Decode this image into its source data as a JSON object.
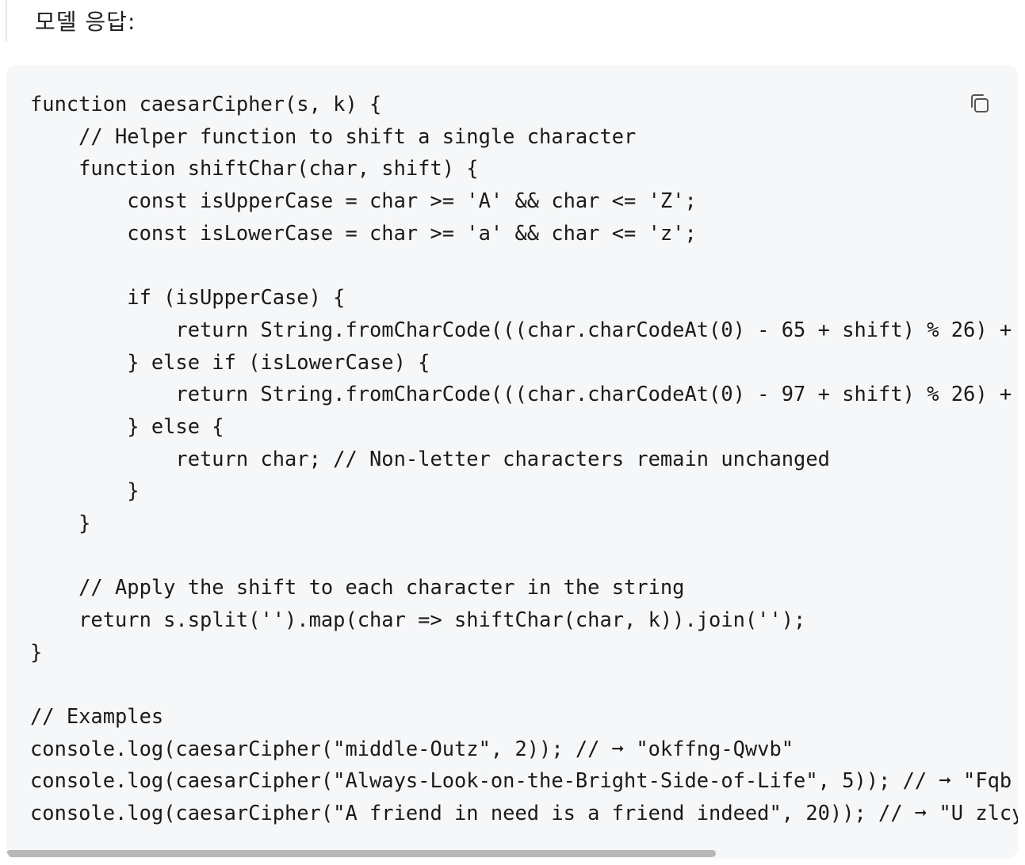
{
  "header": {
    "title": "모델 응답:"
  },
  "code_block": {
    "copy_icon": "copy-icon",
    "lines": [
      "function caesarCipher(s, k) {",
      "    // Helper function to shift a single character",
      "    function shiftChar(char, shift) {",
      "        const isUpperCase = char >= 'A' && char <= 'Z';",
      "        const isLowerCase = char >= 'a' && char <= 'z';",
      "",
      "        if (isUpperCase) {",
      "            return String.fromCharCode(((char.charCodeAt(0) - 65 + shift) % 26) +",
      "        } else if (isLowerCase) {",
      "            return String.fromCharCode(((char.charCodeAt(0) - 97 + shift) % 26) +",
      "        } else {",
      "            return char; // Non-letter characters remain unchanged",
      "        }",
      "    }",
      "",
      "    // Apply the shift to each character in the string",
      "    return s.split('').map(char => shiftChar(char, k)).join('');",
      "}",
      "",
      "// Examples",
      "console.log(caesarCipher(\"middle-Outz\", 2)); // ➞ \"okffng-Qwvb\"",
      "console.log(caesarCipher(\"Always-Look-on-the-Bright-Side-of-Life\", 5)); // ➞ \"Fqb",
      "console.log(caesarCipher(\"A friend in need is a friend indeed\", 20)); // ➞ \"U zlcy"
    ]
  },
  "colors": {
    "panel_background": "#f6f7f8",
    "text": "#1a1a1a",
    "scrollbar_thumb": "#b7b7b7"
  }
}
